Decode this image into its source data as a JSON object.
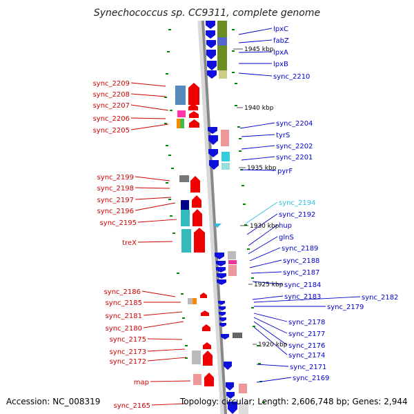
{
  "title": "Synechococcus sp. CC9311, complete genome",
  "footer": {
    "accession": "Accession: NC_008319",
    "topology": "Topology: circular; Length: 2,606,748 bp; Genes: 2,944"
  },
  "colors": {
    "left_label": "#cc0000",
    "right_label": "#0000cc",
    "highlight_label": "#33bbdd",
    "forward_gene": "#ee0000",
    "reverse_gene": "#1010dd",
    "backbone": "#888888",
    "tick": "#008800"
  },
  "kbp_marks": [
    "1945 kbp",
    "1940 kbp",
    "1935 kbp",
    "1930 kbp",
    "1925 kbp",
    "1920 kbp"
  ],
  "left_labels": [
    "sync_2209",
    "sync_2208",
    "sync_2207",
    "sync_2206",
    "sync_2205",
    "sync_2199",
    "sync_2198",
    "sync_2197",
    "sync_2196",
    "sync_2195",
    "treX",
    "sync_2186",
    "sync_2185",
    "sync_2181",
    "sync_2180",
    "sync_2175",
    "sync_2173",
    "sync_2172",
    "map",
    "sync_2165"
  ],
  "right_labels": [
    "lpxC",
    "fabZ",
    "lpxA",
    "lpxB",
    "sync_2210",
    "sync_2204",
    "tyrS",
    "sync_2202",
    "sync_2201",
    "pyrF",
    "sync_2194",
    "sync_2192",
    "hup",
    "glnS",
    "sync_2189",
    "sync_2188",
    "sync_2187",
    "sync_2184",
    "sync_2183",
    "sync_2182",
    "sync_2179",
    "sync_2178",
    "sync_2177",
    "sync_2176",
    "sync_2174",
    "sync_2171",
    "sync_2169"
  ],
  "highlighted_label": "sync_2194"
}
